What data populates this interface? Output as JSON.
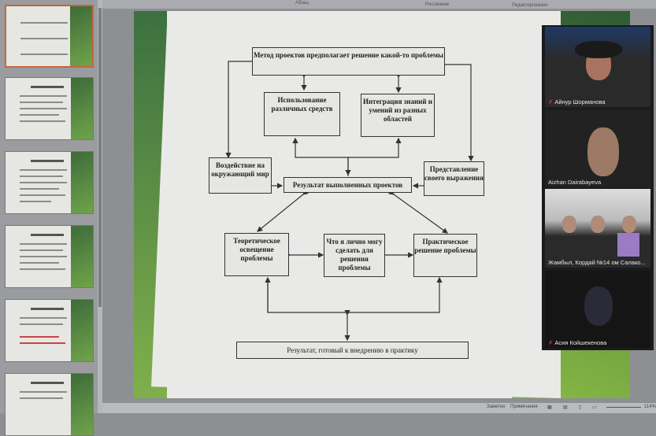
{
  "ribbon": {
    "group1": "Абзац",
    "group2": "Рисование",
    "group3": "Редактирование"
  },
  "diagram": {
    "top": "Метод проектов предполагает решение какой-то проблемы",
    "tools": "Использование различных средств",
    "integration": "Интеграция знаний и умений из разных областей",
    "impact": "Воздействие на окружающий мир",
    "result": "Результат выполненных проектов",
    "expression": "Представление своего выражения",
    "theory": "Теоретическое освещение проблемы",
    "personal": "Что я лично могу сделать для решения проблемы",
    "practice": "Практическое решение проблемы",
    "final": "Результат, готовый к внедрению в практику"
  },
  "participants": [
    {
      "name": "Айнур Шорманова",
      "muted": true
    },
    {
      "name": "Aizhan Dairabayeva",
      "muted": false
    },
    {
      "name": "Жамбыл, Кордай №14 ом Салако...",
      "muted": false
    },
    {
      "name": "Асия Койшекенова",
      "muted": true
    }
  ],
  "statusbar": {
    "notes": "Заметки",
    "comments": "Примечания",
    "zoom": "114%"
  },
  "colors": {
    "slide_green": "#5f9a45",
    "video_bg": "#1b1b1d",
    "muted_icon": "#d9332a"
  }
}
